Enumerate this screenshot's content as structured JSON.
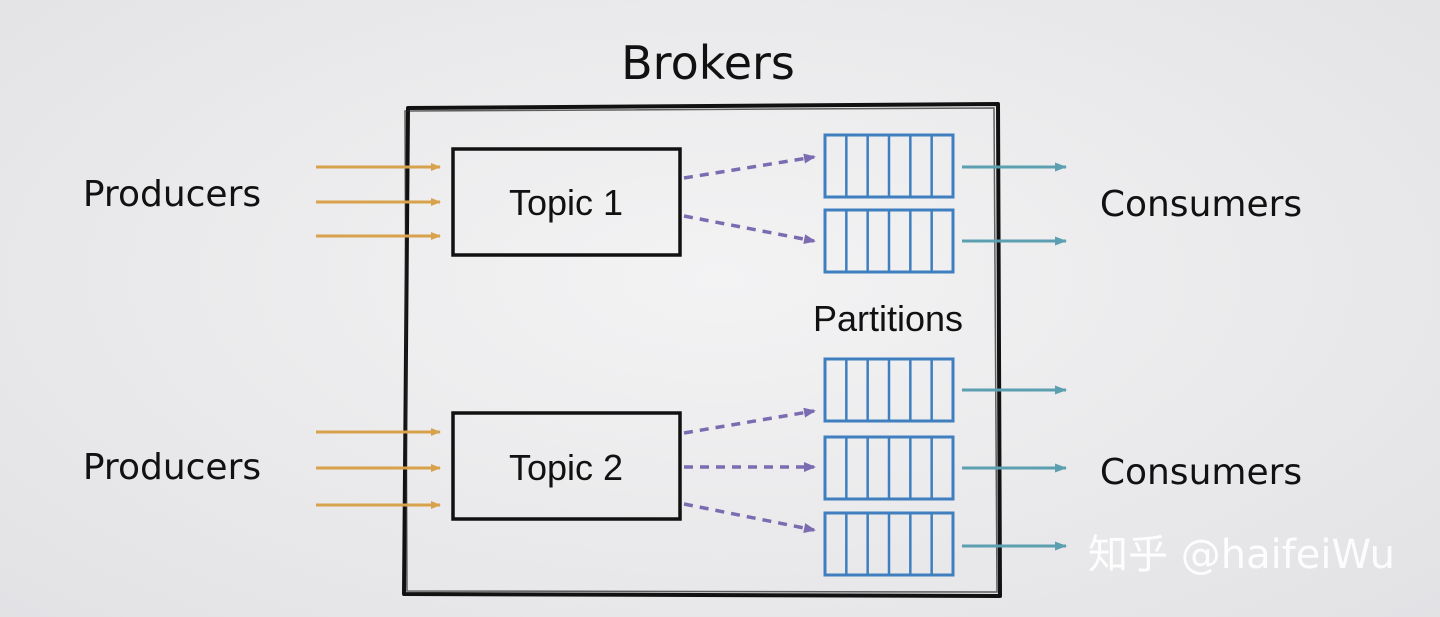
{
  "diagram": {
    "title": "Brokers",
    "partitions_label": "Partitions",
    "producers_top": "Producers",
    "producers_bottom": "Producers",
    "consumers_top": "Consumers",
    "consumers_bottom": "Consumers",
    "topic_1": "Topic 1",
    "topic_2": "Topic 2"
  },
  "watermark": "知乎 @haifeiWu",
  "colors": {
    "producer_arrow": "#d8a24d",
    "topic_link": "#7b6bb0",
    "consumer_arrow": "#5c9fb0",
    "partition_stroke": "#3f7fc0",
    "box_stroke": "#111111"
  }
}
